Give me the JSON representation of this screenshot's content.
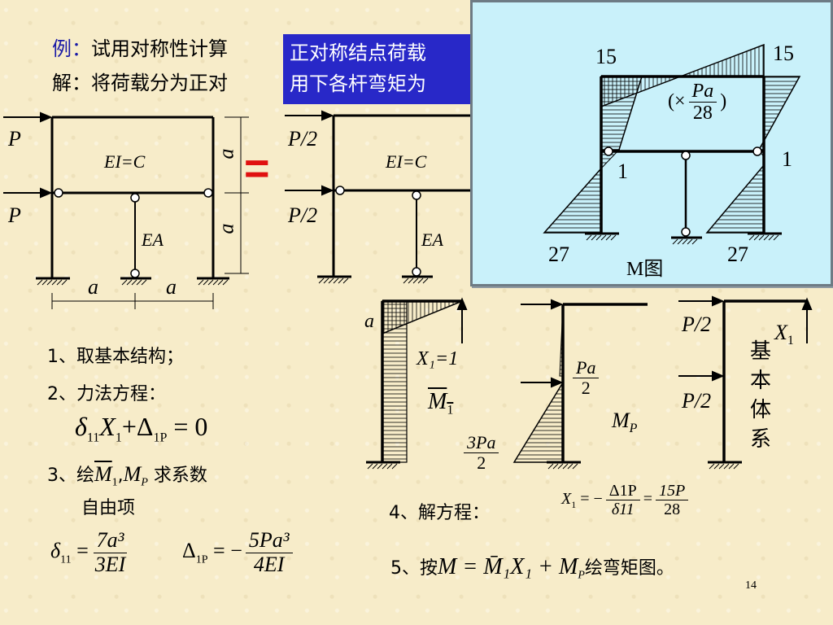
{
  "slide": {
    "example_label": "例：",
    "example_text": "试用对称性计算",
    "solution_text": "解：将荷载分为正对",
    "callout_line1": "正对称结点荷载",
    "callout_line2": "用下各杆弯矩为",
    "page_number": "14"
  },
  "frame_figure": {
    "load_top": "P",
    "load_bottom": "P",
    "stiffness": "EI=C",
    "axial": "EA",
    "dim_left": "a",
    "dim_right": "a",
    "dim_height_top": "a",
    "dim_height_bottom": "a",
    "equals": "="
  },
  "half_figure": {
    "load_top": "P/2",
    "load_bottom": "P/2",
    "stiffness": "EI=C",
    "axial": "EA"
  },
  "m_diagram": {
    "top_left": "15",
    "top_right": "15",
    "mid_left": "1",
    "mid_right": "1",
    "bottom_left": "27",
    "bottom_right": "27",
    "factor_open": "(×",
    "factor_num": "Pa",
    "factor_den": "28",
    "factor_close": ")",
    "caption": "M图"
  },
  "steps": {
    "s1": "1、取基本结构；",
    "s2": "2、力法方程：",
    "eq_delta": "δ",
    "eq_sub11": "11",
    "eq_X": "X",
    "eq_sub1": "1",
    "eq_plus": "+Δ",
    "eq_sub1P": "1P",
    "eq_rhs": "= 0",
    "s3_prefix": "3、绘",
    "s3_M1": "M",
    "s3_sub1": "1",
    "s3_comma": ",",
    "s3_MP": "M",
    "s3_subP": "P",
    "s3_suffix": "求系数",
    "s3_line2": "自由项",
    "delta11_lhs": "δ",
    "delta11_sub": "11",
    "delta11_eq": "=",
    "delta11_num": "7a³",
    "delta11_den": "3EI",
    "delta1P_lhs": "Δ",
    "delta1P_sub": "1P",
    "delta1P_eq": "= −",
    "delta1P_num": "5Pa³",
    "delta1P_den": "4EI",
    "s4": "4、解方程：",
    "s4_X": "X",
    "s4_sub": "1",
    "s4_eq1": "= −",
    "s4_num1": "Δ1P",
    "s4_den1": "δ11",
    "s4_eq2": "=",
    "s4_num2": "15P",
    "s4_den2": "28",
    "s5_prefix": "5、按",
    "s5_formula": "M = M̄₁X₁ + M",
    "s5_subP": "P",
    "s5_suffix": "绘弯矩图。"
  },
  "m1_diagram": {
    "a_label": "a",
    "x1_label": "X₁=1",
    "name": "M",
    "name_sub": "1"
  },
  "mp_diagram": {
    "pa_num": "Pa",
    "pa_den": "2",
    "three_pa_num": "3Pa",
    "three_pa_den": "2",
    "name": "M",
    "name_sub": "P"
  },
  "basic_system": {
    "load_top": "P/2",
    "load_bottom": "P/2",
    "x1": "X",
    "x1_sub": "1",
    "chars": [
      "基",
      "本",
      "体",
      "系"
    ]
  }
}
